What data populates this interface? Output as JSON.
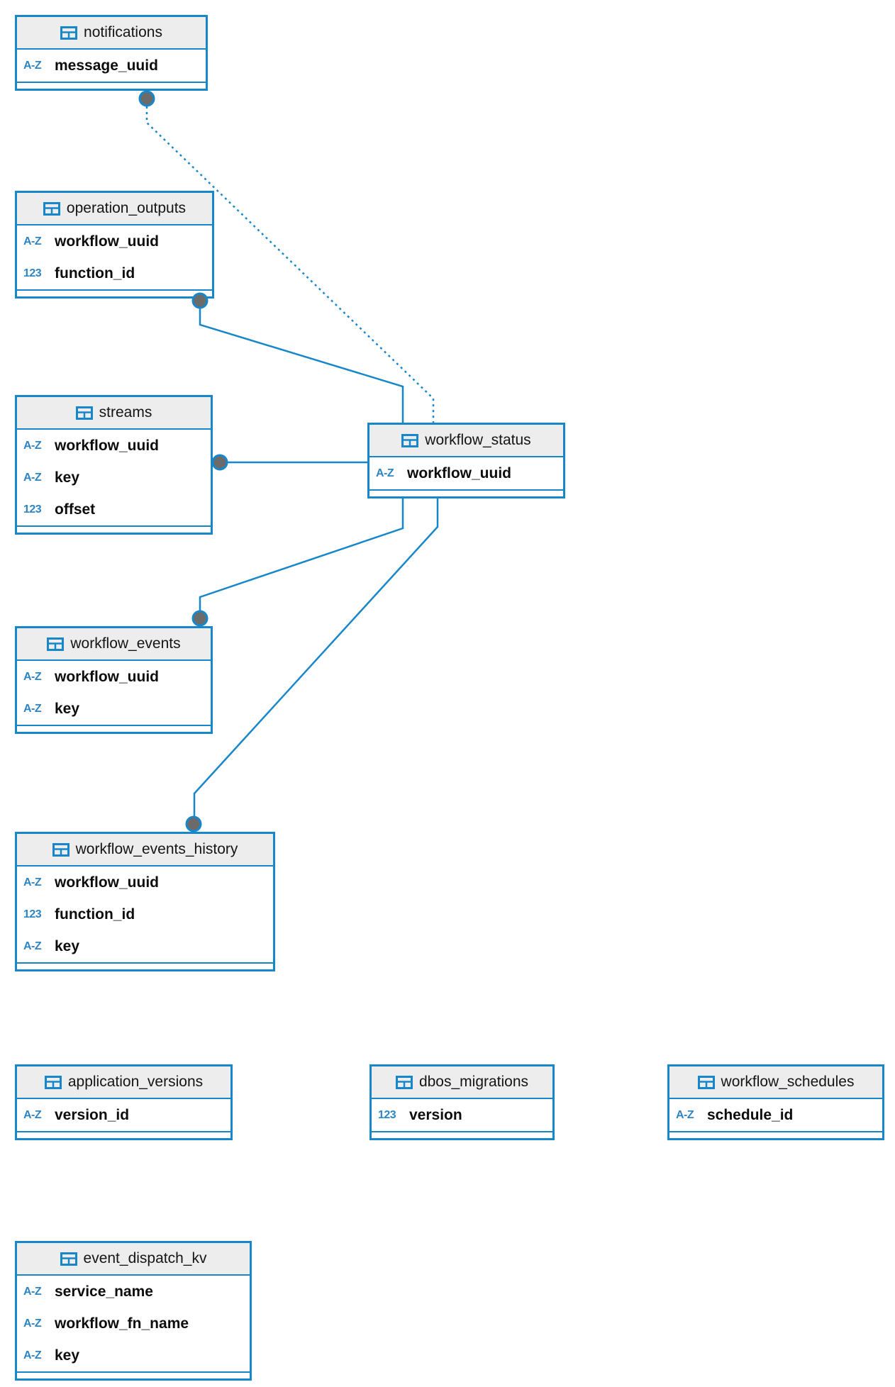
{
  "diagram": {
    "kind": "database-er-diagram",
    "colors": {
      "accent": "#1787c9",
      "header_bg": "#ededed",
      "field_text": "#0d0d0d",
      "anchor_dot": "#6b6b6b",
      "background": "#ffffff"
    }
  },
  "icons": {
    "table_icon": "table-grid",
    "string_type": "A-Z",
    "numeric_type": "123"
  },
  "tables": [
    {
      "id": "notifications",
      "title": "notifications",
      "fields": [
        {
          "icon": "A-Z",
          "name": "message_uuid"
        }
      ]
    },
    {
      "id": "operation_outputs",
      "title": "operation_outputs",
      "fields": [
        {
          "icon": "A-Z",
          "name": "workflow_uuid"
        },
        {
          "icon": "123",
          "name": "function_id"
        }
      ]
    },
    {
      "id": "streams",
      "title": "streams",
      "fields": [
        {
          "icon": "A-Z",
          "name": "workflow_uuid"
        },
        {
          "icon": "A-Z",
          "name": "key"
        },
        {
          "icon": "123",
          "name": "offset"
        }
      ]
    },
    {
      "id": "workflow_status",
      "title": "workflow_status",
      "fields": [
        {
          "icon": "A-Z",
          "name": "workflow_uuid"
        }
      ]
    },
    {
      "id": "workflow_events",
      "title": "workflow_events",
      "fields": [
        {
          "icon": "A-Z",
          "name": "workflow_uuid"
        },
        {
          "icon": "A-Z",
          "name": "key"
        }
      ]
    },
    {
      "id": "workflow_events_history",
      "title": "workflow_events_history",
      "fields": [
        {
          "icon": "A-Z",
          "name": "workflow_uuid"
        },
        {
          "icon": "123",
          "name": "function_id"
        },
        {
          "icon": "A-Z",
          "name": "key"
        }
      ]
    },
    {
      "id": "application_versions",
      "title": "application_versions",
      "fields": [
        {
          "icon": "A-Z",
          "name": "version_id"
        }
      ]
    },
    {
      "id": "dbos_migrations",
      "title": "dbos_migrations",
      "fields": [
        {
          "icon": "123",
          "name": "version"
        }
      ]
    },
    {
      "id": "workflow_schedules",
      "title": "workflow_schedules",
      "fields": [
        {
          "icon": "A-Z",
          "name": "schedule_id"
        }
      ]
    },
    {
      "id": "event_dispatch_kv",
      "title": "event_dispatch_kv",
      "fields": [
        {
          "icon": "A-Z",
          "name": "service_name"
        },
        {
          "icon": "A-Z",
          "name": "workflow_fn_name"
        },
        {
          "icon": "A-Z",
          "name": "key"
        }
      ]
    }
  ],
  "relationships": [
    {
      "from": "notifications",
      "to": "workflow_status",
      "line_style": "dotted"
    },
    {
      "from": "operation_outputs",
      "to": "workflow_status",
      "line_style": "solid"
    },
    {
      "from": "streams",
      "to": "workflow_status",
      "line_style": "solid"
    },
    {
      "from": "workflow_events",
      "to": "workflow_status",
      "line_style": "solid"
    },
    {
      "from": "workflow_events_history",
      "to": "workflow_status",
      "line_style": "solid"
    }
  ]
}
